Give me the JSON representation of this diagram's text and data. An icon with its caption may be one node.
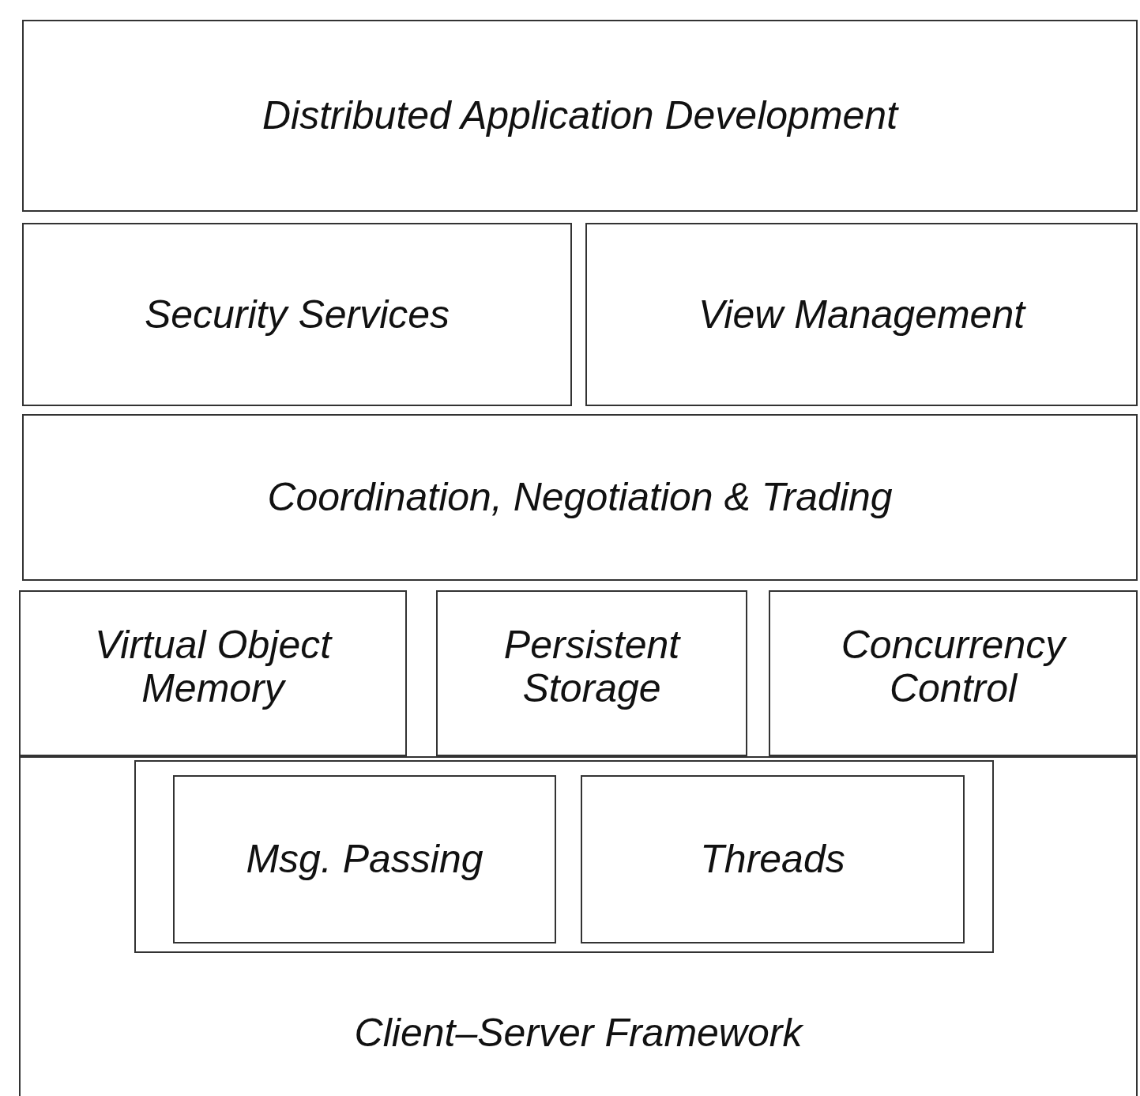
{
  "diagram": {
    "nodes": [
      {
        "text": [
          "Distributed Application Development"
        ]
      },
      {
        "text": [
          "Security Services"
        ]
      },
      {
        "text": [
          "View Management"
        ]
      },
      {
        "text": [
          "Coordination, Negotiation & Trading"
        ]
      },
      {
        "text": [
          "Virtual Object Memory"
        ]
      },
      {
        "text": [
          "Persistent Storage"
        ]
      },
      {
        "text": [
          "Concurrency Control"
        ]
      },
      {
        "text": [
          "Client–Server Framework"
        ]
      },
      {
        "text": [],
        "shape": "box",
        "in": 7
      },
      {
        "text": [
          "Msg. Passing"
        ],
        "in": 8
      },
      {
        "text": [
          "Threads"
        ],
        "in": 8
      }
    ]
  }
}
